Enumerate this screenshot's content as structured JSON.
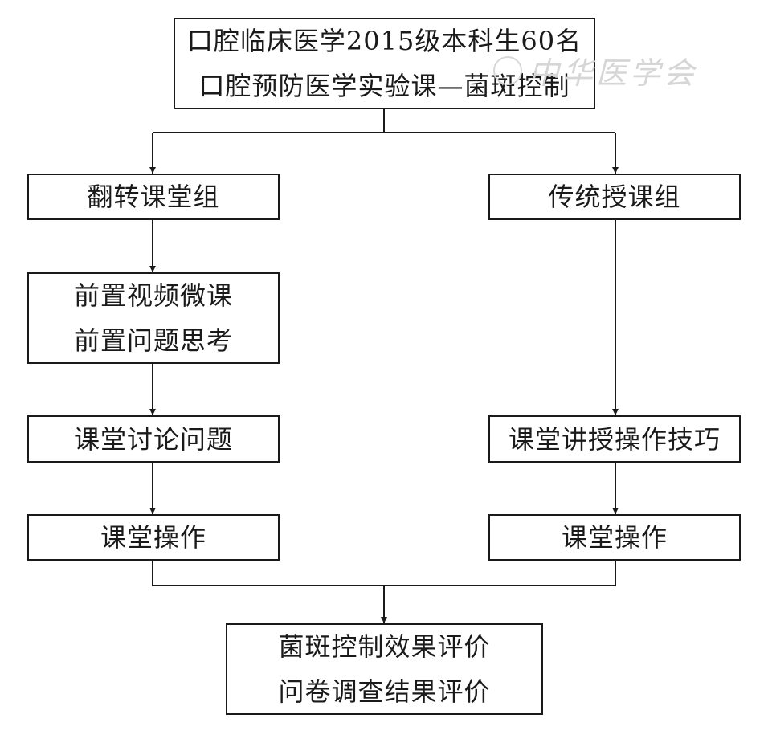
{
  "title_box": {
    "line1": "口腔临床医学2015级本科生60名",
    "line2": "口腔预防医学实验课—菌斑控制"
  },
  "left": {
    "group": "翻转课堂组",
    "step1": {
      "line1": "前置视频微课",
      "line2": "前置问题思考"
    },
    "step2": "课堂讨论问题",
    "step3": "课堂操作"
  },
  "right": {
    "group": "传统授课组",
    "step1": "课堂讲授操作技巧",
    "step2": "课堂操作"
  },
  "result_box": {
    "line1": "菌斑控制效果评价",
    "line2": "问卷调查结果评价"
  },
  "watermark": {
    "text": "中华医学会"
  }
}
